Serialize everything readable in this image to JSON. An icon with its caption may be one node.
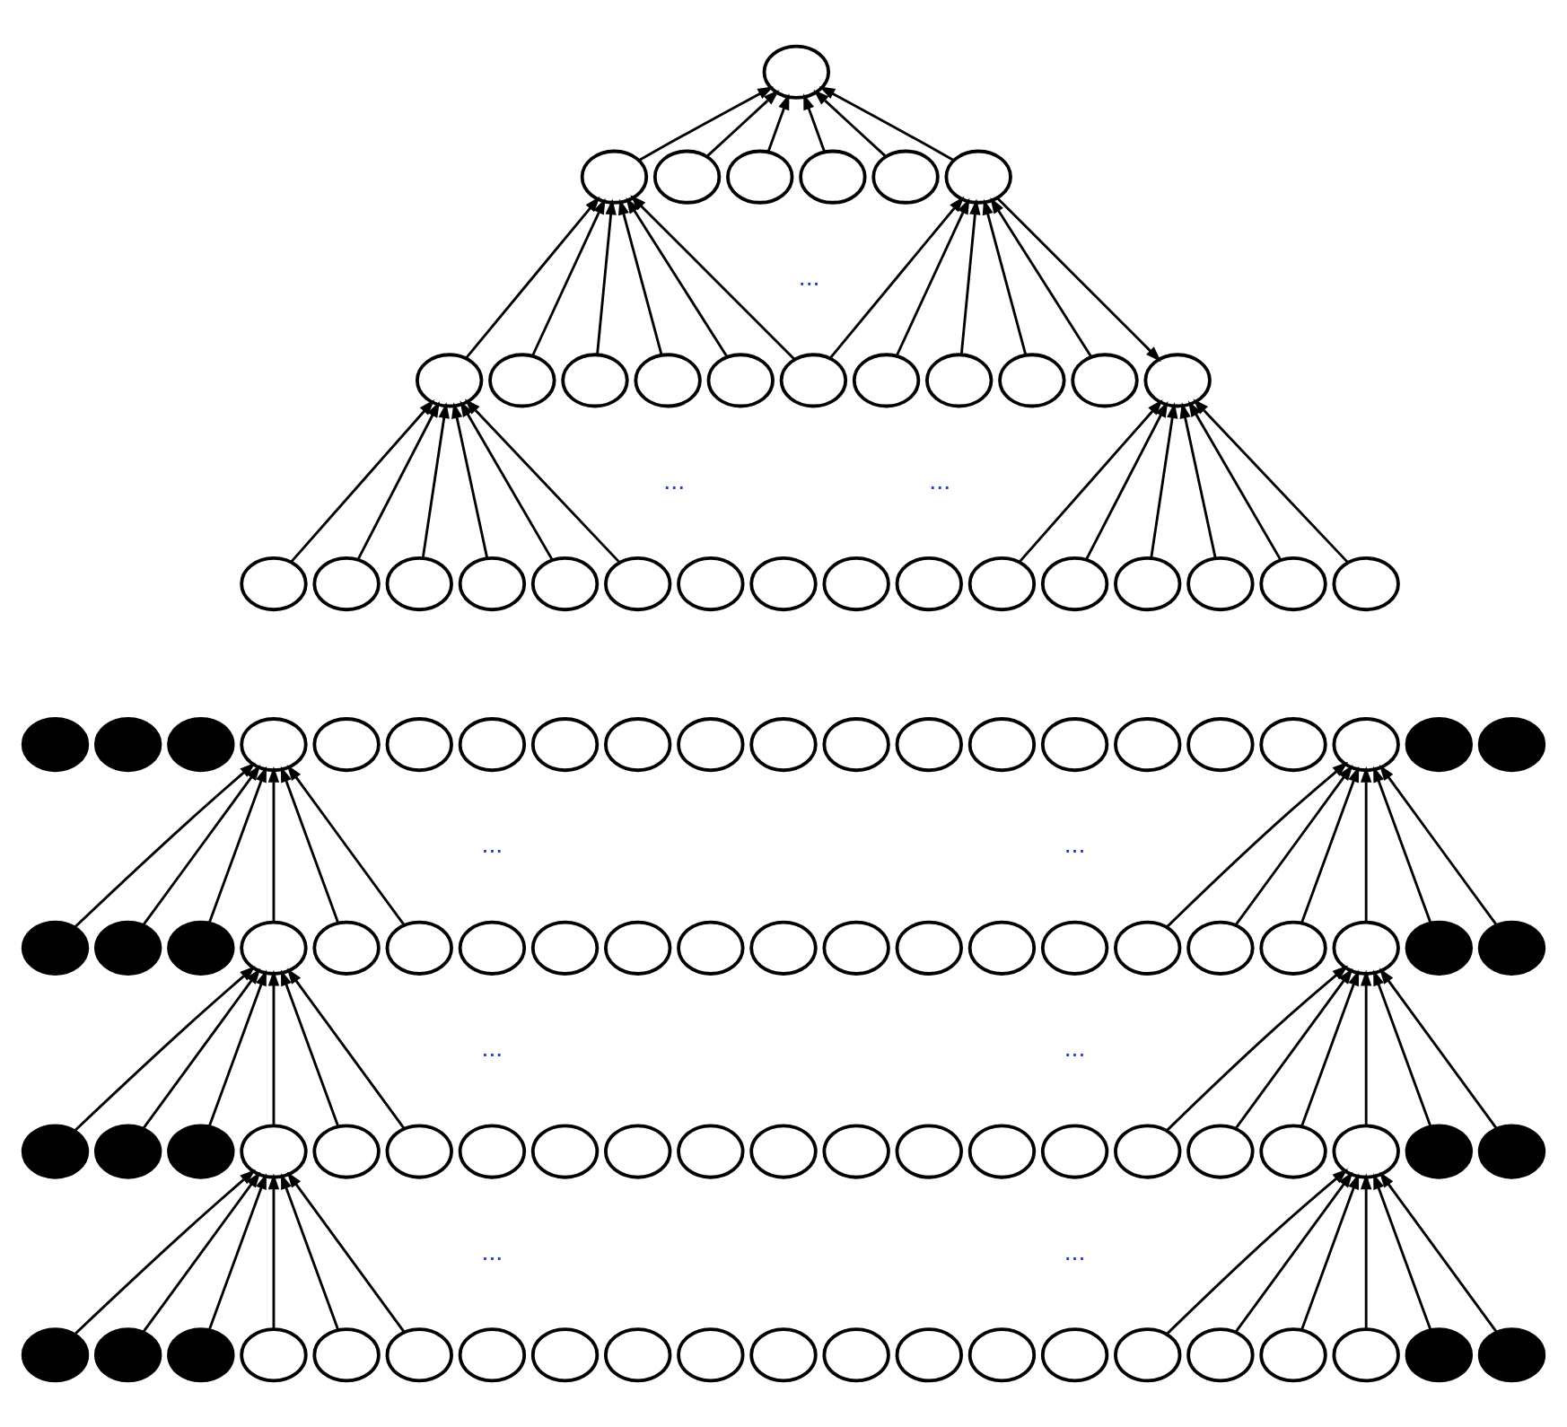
{
  "diagram": {
    "nodes": [
      {
        "text": [],
        "shape": "circle"
      },
      {
        "text": [],
        "shape": "circle"
      },
      {
        "text": [],
        "shape": "circle"
      },
      {
        "text": [],
        "shape": "circle"
      },
      {
        "text": [],
        "shape": "circle"
      },
      {
        "text": [],
        "shape": "circle"
      },
      {
        "text": [],
        "shape": "circle"
      },
      {
        "text": [],
        "shape": "circle"
      },
      {
        "text": [],
        "shape": "circle"
      },
      {
        "text": [],
        "shape": "circle"
      },
      {
        "text": [],
        "shape": "circle"
      },
      {
        "text": [],
        "shape": "circle"
      },
      {
        "text": [],
        "shape": "circle"
      },
      {
        "text": [],
        "shape": "circle"
      },
      {
        "text": [],
        "shape": "circle"
      },
      {
        "text": [],
        "shape": "circle"
      },
      {
        "text": [],
        "shape": "circle"
      },
      {
        "text": [],
        "shape": "circle"
      },
      {
        "text": [],
        "shape": "circle"
      },
      {
        "text": [],
        "shape": "circle"
      },
      {
        "text": [],
        "shape": "circle"
      },
      {
        "text": [],
        "shape": "circle"
      },
      {
        "text": [],
        "shape": "circle"
      },
      {
        "text": [],
        "shape": "circle"
      },
      {
        "text": [],
        "shape": "circle"
      },
      {
        "text": [],
        "shape": "circle"
      },
      {
        "text": [],
        "shape": "circle"
      },
      {
        "text": [],
        "shape": "circle"
      },
      {
        "text": [],
        "shape": "circle"
      },
      {
        "text": [],
        "shape": "circle"
      },
      {
        "text": [],
        "shape": "circle"
      },
      {
        "text": [],
        "shape": "circle"
      },
      {
        "text": [],
        "shape": "circle"
      },
      {
        "text": [],
        "shape": "circle"
      },
      {
        "text": [],
        "shape": "dot"
      },
      {
        "text": [],
        "shape": "dot"
      },
      {
        "text": [],
        "shape": "dot"
      },
      {
        "text": [],
        "shape": "circle"
      },
      {
        "text": [],
        "shape": "circle"
      },
      {
        "text": [],
        "shape": "circle"
      },
      {
        "text": [],
        "shape": "circle"
      },
      {
        "text": [],
        "shape": "circle"
      },
      {
        "text": [],
        "shape": "circle"
      },
      {
        "text": [],
        "shape": "circle"
      },
      {
        "text": [],
        "shape": "circle"
      },
      {
        "text": [],
        "shape": "circle"
      },
      {
        "text": [],
        "shape": "circle"
      },
      {
        "text": [],
        "shape": "circle"
      },
      {
        "text": [],
        "shape": "circle"
      },
      {
        "text": [],
        "shape": "circle"
      },
      {
        "text": [],
        "shape": "circle"
      },
      {
        "text": [],
        "shape": "circle"
      },
      {
        "text": [],
        "shape": "circle"
      },
      {
        "text": [],
        "shape": "dot"
      },
      {
        "text": [],
        "shape": "dot"
      },
      {
        "text": [],
        "shape": "dot"
      },
      {
        "text": [],
        "shape": "dot"
      },
      {
        "text": [],
        "shape": "dot"
      },
      {
        "text": [],
        "shape": "circle"
      },
      {
        "text": [],
        "shape": "circle"
      },
      {
        "text": [],
        "shape": "circle"
      },
      {
        "text": [],
        "shape": "circle"
      },
      {
        "text": [],
        "shape": "circle"
      },
      {
        "text": [],
        "shape": "circle"
      },
      {
        "text": [],
        "shape": "circle"
      },
      {
        "text": [],
        "shape": "circle"
      },
      {
        "text": [],
        "shape": "circle"
      },
      {
        "text": [],
        "shape": "circle"
      },
      {
        "text": [],
        "shape": "circle"
      },
      {
        "text": [],
        "shape": "circle"
      },
      {
        "text": [],
        "shape": "circle"
      },
      {
        "text": [],
        "shape": "circle"
      },
      {
        "text": [],
        "shape": "circle"
      },
      {
        "text": [],
        "shape": "circle"
      },
      {
        "text": [],
        "shape": "dot"
      },
      {
        "text": [],
        "shape": "dot"
      },
      {
        "text": [],
        "shape": "dot"
      },
      {
        "text": [],
        "shape": "dot"
      },
      {
        "text": [],
        "shape": "dot"
      },
      {
        "text": [],
        "shape": "circle"
      },
      {
        "text": [],
        "shape": "circle"
      },
      {
        "text": [],
        "shape": "circle"
      },
      {
        "text": [],
        "shape": "circle"
      },
      {
        "text": [],
        "shape": "circle"
      },
      {
        "text": [],
        "shape": "circle"
      },
      {
        "text": [],
        "shape": "circle"
      },
      {
        "text": [],
        "shape": "circle"
      },
      {
        "text": [],
        "shape": "circle"
      },
      {
        "text": [],
        "shape": "circle"
      },
      {
        "text": [],
        "shape": "circle"
      },
      {
        "text": [],
        "shape": "circle"
      },
      {
        "text": [],
        "shape": "circle"
      },
      {
        "text": [],
        "shape": "circle"
      },
      {
        "text": [],
        "shape": "circle"
      },
      {
        "text": [],
        "shape": "circle"
      },
      {
        "text": [],
        "shape": "dot"
      },
      {
        "text": [],
        "shape": "dot"
      },
      {
        "text": [],
        "shape": "dot"
      },
      {
        "text": [],
        "shape": "dot"
      },
      {
        "text": [],
        "shape": "dot"
      },
      {
        "text": [],
        "shape": "circle"
      },
      {
        "text": [],
        "shape": "circle"
      },
      {
        "text": [],
        "shape": "circle"
      },
      {
        "text": [],
        "shape": "circle"
      },
      {
        "text": [],
        "shape": "circle"
      },
      {
        "text": [],
        "shape": "circle"
      },
      {
        "text": [],
        "shape": "circle"
      },
      {
        "text": [],
        "shape": "circle"
      },
      {
        "text": [],
        "shape": "circle"
      },
      {
        "text": [],
        "shape": "circle"
      },
      {
        "text": [],
        "shape": "circle"
      },
      {
        "text": [],
        "shape": "circle"
      },
      {
        "text": [],
        "shape": "circle"
      },
      {
        "text": [],
        "shape": "circle"
      },
      {
        "text": [],
        "shape": "circle"
      },
      {
        "text": [],
        "shape": "circle"
      },
      {
        "text": [],
        "shape": "dot"
      },
      {
        "text": [],
        "shape": "dot"
      }
    ],
    "edges": [
      {
        "from": 1,
        "to": 0,
        "arrow": "to"
      },
      {
        "from": 2,
        "to": 0,
        "arrow": "to"
      },
      {
        "from": 3,
        "to": 0,
        "arrow": "to"
      },
      {
        "from": 4,
        "to": 0,
        "arrow": "to"
      },
      {
        "from": 5,
        "to": 0,
        "arrow": "to"
      },
      {
        "from": 6,
        "to": 0,
        "arrow": "to"
      },
      {
        "from": 7,
        "to": 1,
        "arrow": "to"
      },
      {
        "from": 8,
        "to": 1,
        "arrow": "to"
      },
      {
        "from": 9,
        "to": 1,
        "arrow": "to"
      },
      {
        "from": 10,
        "to": 1,
        "arrow": "to"
      },
      {
        "from": 11,
        "to": 1,
        "arrow": "to"
      },
      {
        "from": 12,
        "to": 1,
        "arrow": "to"
      },
      {
        "from": 12,
        "to": 6,
        "arrow": "to"
      },
      {
        "from": 13,
        "to": 6,
        "arrow": "to"
      },
      {
        "from": 14,
        "to": 6,
        "arrow": "to"
      },
      {
        "from": 15,
        "to": 6,
        "arrow": "to"
      },
      {
        "from": 16,
        "to": 6,
        "arrow": "to"
      },
      {
        "from": 6,
        "to": 17,
        "arrow": "to"
      },
      {
        "from": 18,
        "to": 7,
        "arrow": "to"
      },
      {
        "from": 19,
        "to": 7,
        "arrow": "to"
      },
      {
        "from": 20,
        "to": 7,
        "arrow": "to"
      },
      {
        "from": 21,
        "to": 7,
        "arrow": "to"
      },
      {
        "from": 22,
        "to": 7,
        "arrow": "to"
      },
      {
        "from": 23,
        "to": 7,
        "arrow": "to"
      },
      {
        "from": 28,
        "to": 17,
        "arrow": "to"
      },
      {
        "from": 29,
        "to": 17,
        "arrow": "to"
      },
      {
        "from": 30,
        "to": 17,
        "arrow": "to"
      },
      {
        "from": 31,
        "to": 17,
        "arrow": "to"
      },
      {
        "from": 32,
        "to": 17,
        "arrow": "to"
      },
      {
        "from": 33,
        "to": 17,
        "arrow": "to"
      },
      {
        "from": 55,
        "to": 37,
        "arrow": "to"
      },
      {
        "from": 56,
        "to": 37,
        "arrow": "to"
      },
      {
        "from": 57,
        "to": 37,
        "arrow": "to"
      },
      {
        "from": 58,
        "to": 37,
        "arrow": "to"
      },
      {
        "from": 59,
        "to": 37,
        "arrow": "to"
      },
      {
        "from": 60,
        "to": 37,
        "arrow": "to"
      },
      {
        "from": 70,
        "to": 52,
        "arrow": "to"
      },
      {
        "from": 71,
        "to": 52,
        "arrow": "to"
      },
      {
        "from": 72,
        "to": 52,
        "arrow": "to"
      },
      {
        "from": 73,
        "to": 52,
        "arrow": "to"
      },
      {
        "from": 74,
        "to": 52,
        "arrow": "to"
      },
      {
        "from": 75,
        "to": 52,
        "arrow": "to"
      },
      {
        "from": 76,
        "to": 58,
        "arrow": "to"
      },
      {
        "from": 77,
        "to": 58,
        "arrow": "to"
      },
      {
        "from": 78,
        "to": 58,
        "arrow": "to"
      },
      {
        "from": 79,
        "to": 58,
        "arrow": "to"
      },
      {
        "from": 80,
        "to": 58,
        "arrow": "to"
      },
      {
        "from": 81,
        "to": 58,
        "arrow": "to"
      },
      {
        "from": 91,
        "to": 73,
        "arrow": "to"
      },
      {
        "from": 92,
        "to": 73,
        "arrow": "to"
      },
      {
        "from": 93,
        "to": 73,
        "arrow": "to"
      },
      {
        "from": 94,
        "to": 73,
        "arrow": "to"
      },
      {
        "from": 95,
        "to": 73,
        "arrow": "to"
      },
      {
        "from": 96,
        "to": 73,
        "arrow": "to"
      },
      {
        "from": 97,
        "to": 79,
        "arrow": "to"
      },
      {
        "from": 98,
        "to": 79,
        "arrow": "to"
      },
      {
        "from": 99,
        "to": 79,
        "arrow": "to"
      },
      {
        "from": 100,
        "to": 79,
        "arrow": "to"
      },
      {
        "from": 101,
        "to": 79,
        "arrow": "to"
      },
      {
        "from": 102,
        "to": 79,
        "arrow": "to"
      },
      {
        "from": 112,
        "to": 94,
        "arrow": "to"
      },
      {
        "from": 113,
        "to": 94,
        "arrow": "to"
      },
      {
        "from": 114,
        "to": 94,
        "arrow": "to"
      },
      {
        "from": 115,
        "to": 94,
        "arrow": "to"
      },
      {
        "from": 116,
        "to": 94,
        "arrow": "to"
      },
      {
        "from": 117,
        "to": 94,
        "arrow": "to"
      }
    ],
    "labels": [
      "...",
      "...",
      "...",
      "...",
      "...",
      "...",
      "...",
      "...",
      "..."
    ]
  }
}
